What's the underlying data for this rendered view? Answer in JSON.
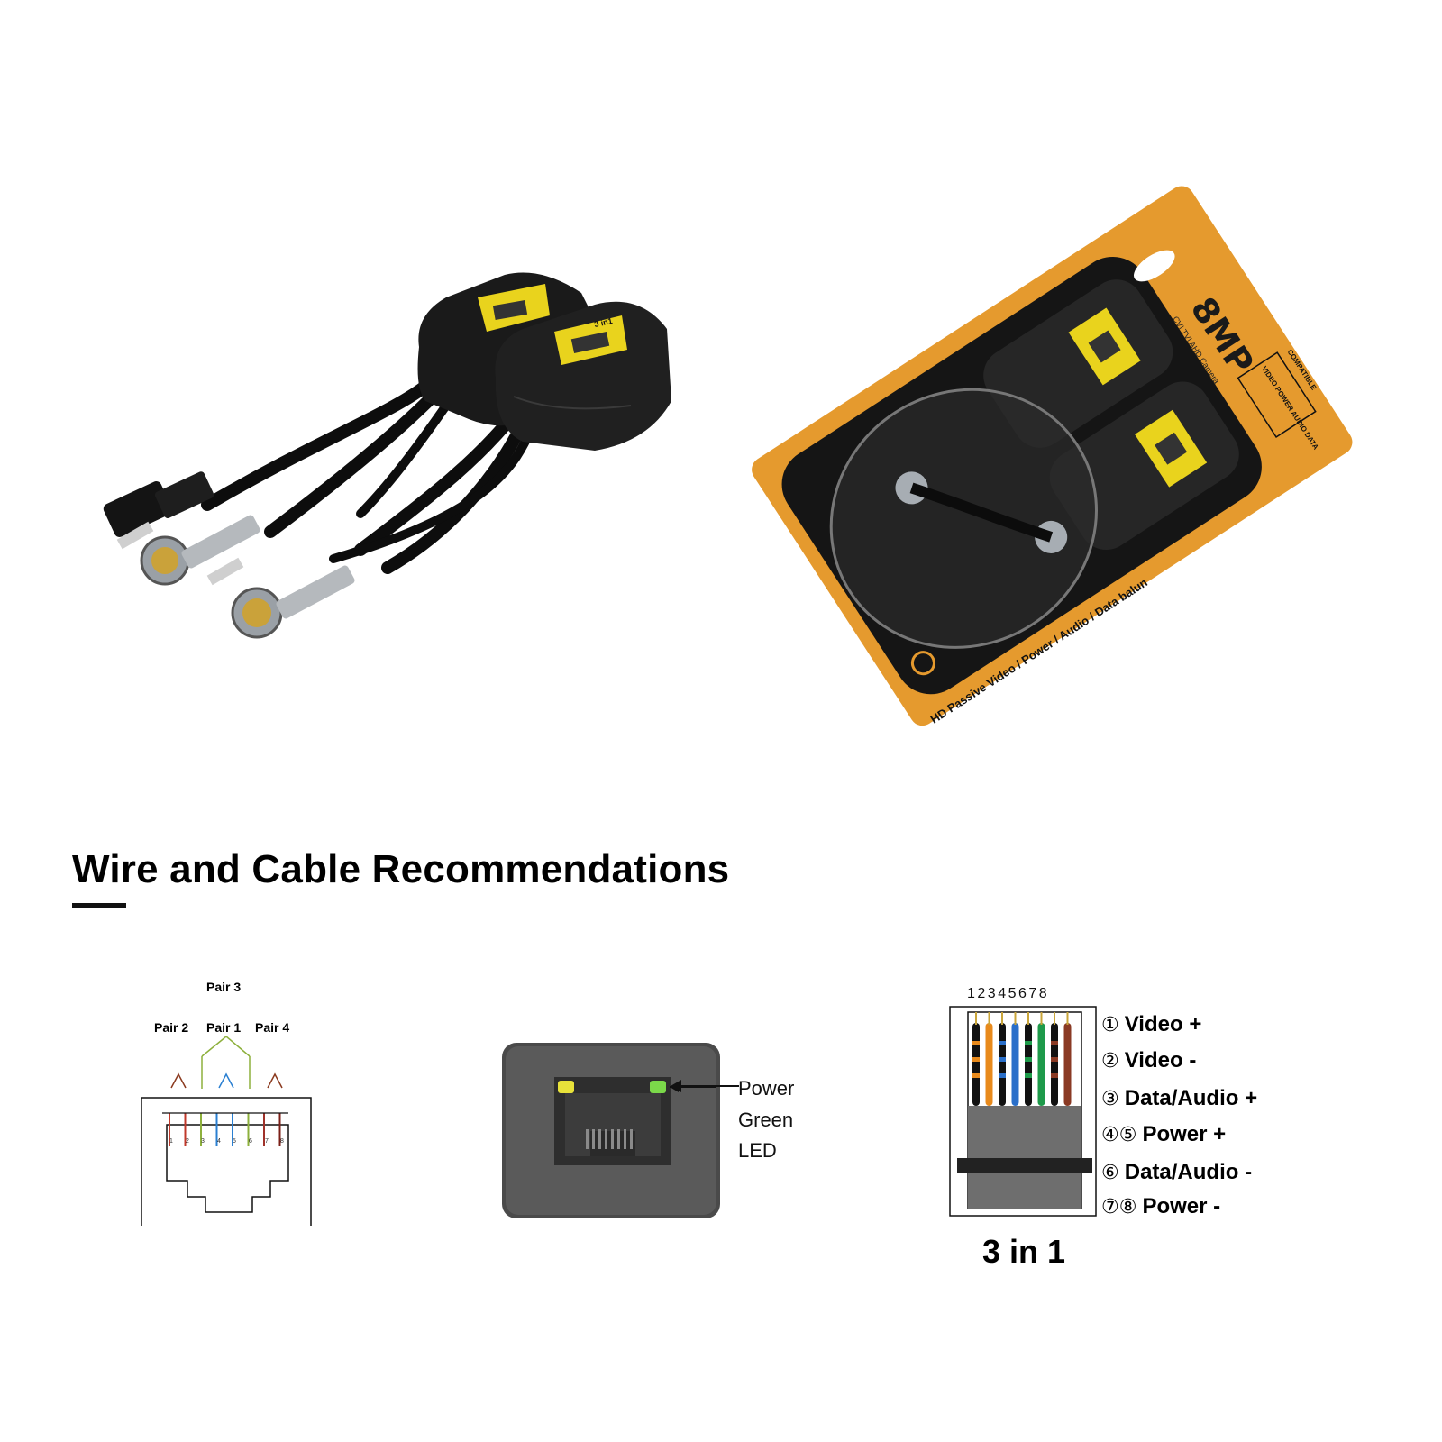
{
  "heading": "Wire and Cable Recommendations",
  "product_photos": {
    "label_badge": "3 in1",
    "package": {
      "resolution": "8MP",
      "subtitle": "CVI TVI AHD Camera",
      "side_label": "HD Passive Video / Power / Audio / Data balun",
      "features_box": "VIDEO POWER AUDIO DATA",
      "feature_tag": "COMPATIBLE"
    }
  },
  "rj45_diagram": {
    "pair_top": "Pair 3",
    "pairs": [
      "Pair 2",
      "Pair 1",
      "Pair 4"
    ],
    "pin_numbers": [
      "1",
      "2",
      "3",
      "4",
      "5",
      "6",
      "7",
      "8"
    ],
    "wire_colors": [
      "#c0392b",
      "#c0392b",
      "#8db03c",
      "#2a7fd1",
      "#2a7fd1",
      "#8db03c",
      "#a0322a",
      "#7b1f17"
    ]
  },
  "led_port": {
    "label_lines": [
      "Power",
      "Green",
      "LED"
    ],
    "led_colors": {
      "left": "#e8e23a",
      "right": "#7bd94a"
    }
  },
  "pinout": {
    "header": "12345678",
    "wire_colors": [
      "#111111",
      "#e88a1c",
      "#111111",
      "#2a6fc9",
      "#111111",
      "#1e9a4a",
      "#111111",
      "#8a3a24"
    ],
    "rows": [
      {
        "num": "①",
        "label": "Video +"
      },
      {
        "num": "②",
        "label": "Video -"
      },
      {
        "num": "③",
        "label": "Data/Audio +"
      },
      {
        "num": "④⑤",
        "label": "Power +"
      },
      {
        "num": "⑥",
        "label": "Data/Audio -"
      },
      {
        "num": "⑦⑧",
        "label": "Power -"
      }
    ],
    "caption": "3 in 1"
  }
}
